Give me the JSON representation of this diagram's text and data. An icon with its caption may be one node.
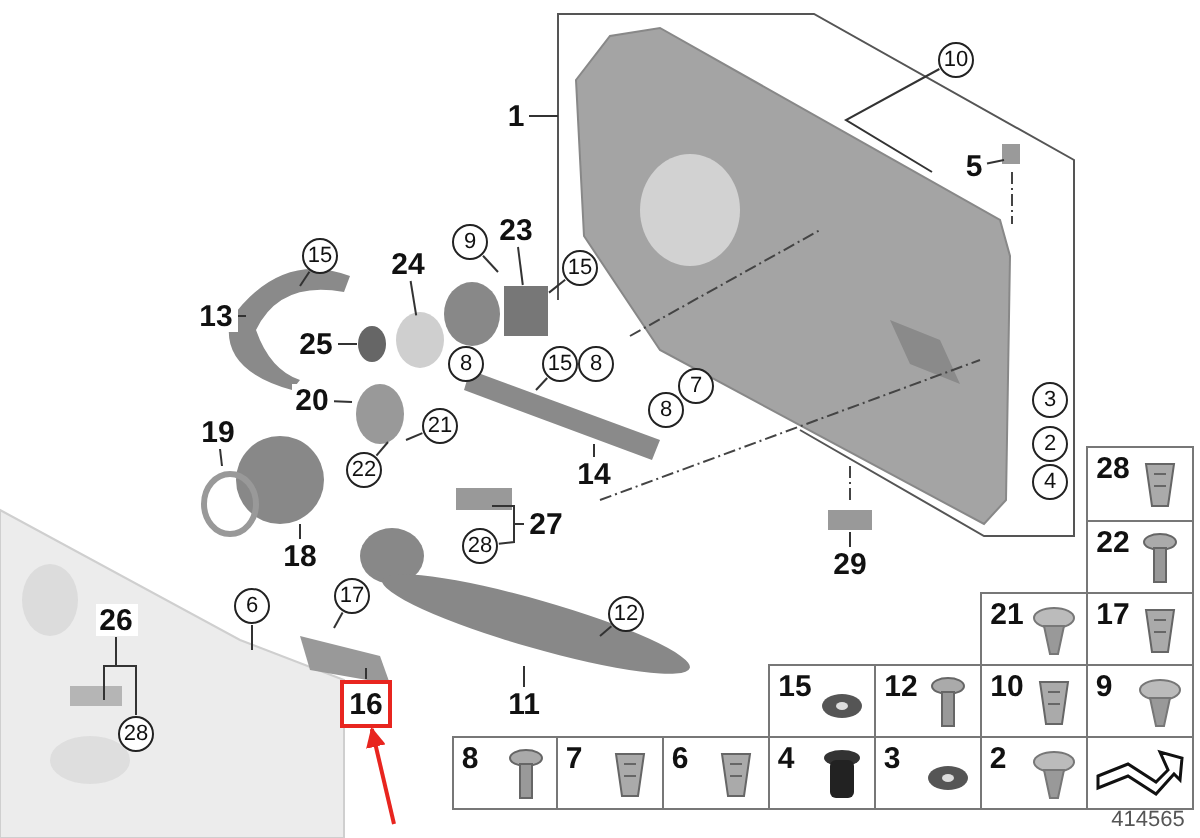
{
  "diagram": {
    "nodes": [
      {
        "text": [
          "10"
        ]
      },
      {
        "text": [
          "1"
        ]
      },
      {
        "text": [
          "5"
        ]
      },
      {
        "text": [
          "23"
        ]
      },
      {
        "text": [
          "15"
        ]
      },
      {
        "text": [
          "9"
        ]
      },
      {
        "text": [
          "24"
        ]
      },
      {
        "text": [
          "15"
        ]
      },
      {
        "text": [
          "13"
        ]
      },
      {
        "text": [
          "25"
        ]
      },
      {
        "text": [
          "15"
        ]
      },
      {
        "text": [
          "20"
        ]
      },
      {
        "text": [
          "21"
        ]
      },
      {
        "text": [
          "19"
        ]
      },
      {
        "text": [
          "22"
        ]
      },
      {
        "text": [
          "14"
        ]
      },
      {
        "text": [
          "27"
        ]
      },
      {
        "text": [
          "18"
        ]
      },
      {
        "text": [
          "29"
        ]
      },
      {
        "text": [
          "6"
        ]
      },
      {
        "text": [
          "17"
        ]
      },
      {
        "text": [
          "12"
        ]
      },
      {
        "text": [
          "26"
        ]
      },
      {
        "text": [
          "11"
        ]
      },
      {
        "text": [
          "16"
        ]
      },
      {
        "text": [
          "8"
        ]
      },
      {
        "text": [
          "8"
        ]
      },
      {
        "text": [
          "7"
        ]
      },
      {
        "text": [
          "8"
        ]
      },
      {
        "text": [
          "3"
        ]
      },
      {
        "text": [
          "2"
        ]
      },
      {
        "text": [
          "28"
        ]
      },
      {
        "text": [
          "4"
        ]
      },
      {
        "text": [
          "28"
        ]
      },
      {
        "text": [],
        "shape": "box"
      },
      {
        "text": [],
        "shape": "circle"
      },
      {
        "text": [],
        "shape": "circle"
      }
    ],
    "edges": [
      {
        "from": 0,
        "to": null,
        "arrow": "none"
      },
      {
        "from": 1,
        "to": null,
        "arrow": "none"
      },
      {
        "from": 2,
        "to": null,
        "arrow": "none"
      },
      {
        "from": 3,
        "to": 34,
        "arrow": "none"
      },
      {
        "from": 4,
        "to": null,
        "arrow": "none"
      },
      {
        "from": 5,
        "to": null,
        "arrow": "none"
      },
      {
        "from": 6,
        "to": 36,
        "arrow": "none"
      },
      {
        "from": 7,
        "to": 34,
        "arrow": "none"
      },
      {
        "from": 8,
        "to": null,
        "arrow": "none"
      },
      {
        "from": 9,
        "to": 35,
        "arrow": "none"
      },
      {
        "from": 10,
        "to": null,
        "arrow": "none"
      },
      {
        "from": 11,
        "to": null,
        "arrow": "none"
      },
      {
        "from": 12,
        "to": null,
        "arrow": "none"
      },
      {
        "from": 13,
        "to": null,
        "arrow": "none"
      },
      {
        "from": 14,
        "to": null,
        "arrow": "none"
      },
      {
        "from": 15,
        "to": null,
        "arrow": "none"
      },
      {
        "from": 16,
        "to": 31,
        "arrow": "none"
      },
      {
        "from": 17,
        "to": null,
        "arrow": "none"
      },
      {
        "from": 18,
        "to": null,
        "arrow": "none"
      },
      {
        "from": 19,
        "to": null,
        "arrow": "none"
      },
      {
        "from": 20,
        "to": null,
        "arrow": "none"
      },
      {
        "from": 21,
        "to": null,
        "arrow": "none"
      },
      {
        "from": 22,
        "to": 33,
        "arrow": "none"
      },
      {
        "from": 23,
        "to": null,
        "arrow": "none"
      },
      {
        "from": 24,
        "to": null,
        "arrow": "none"
      },
      {
        "from": null,
        "to": 24,
        "arrow": "to",
        "color": "#e8251f"
      }
    ],
    "labels": [
      "28",
      "22",
      "21",
      "17",
      "15",
      "12",
      "10",
      "9",
      "8",
      "7",
      "6",
      "4",
      "3",
      "2",
      "414565"
    ]
  }
}
